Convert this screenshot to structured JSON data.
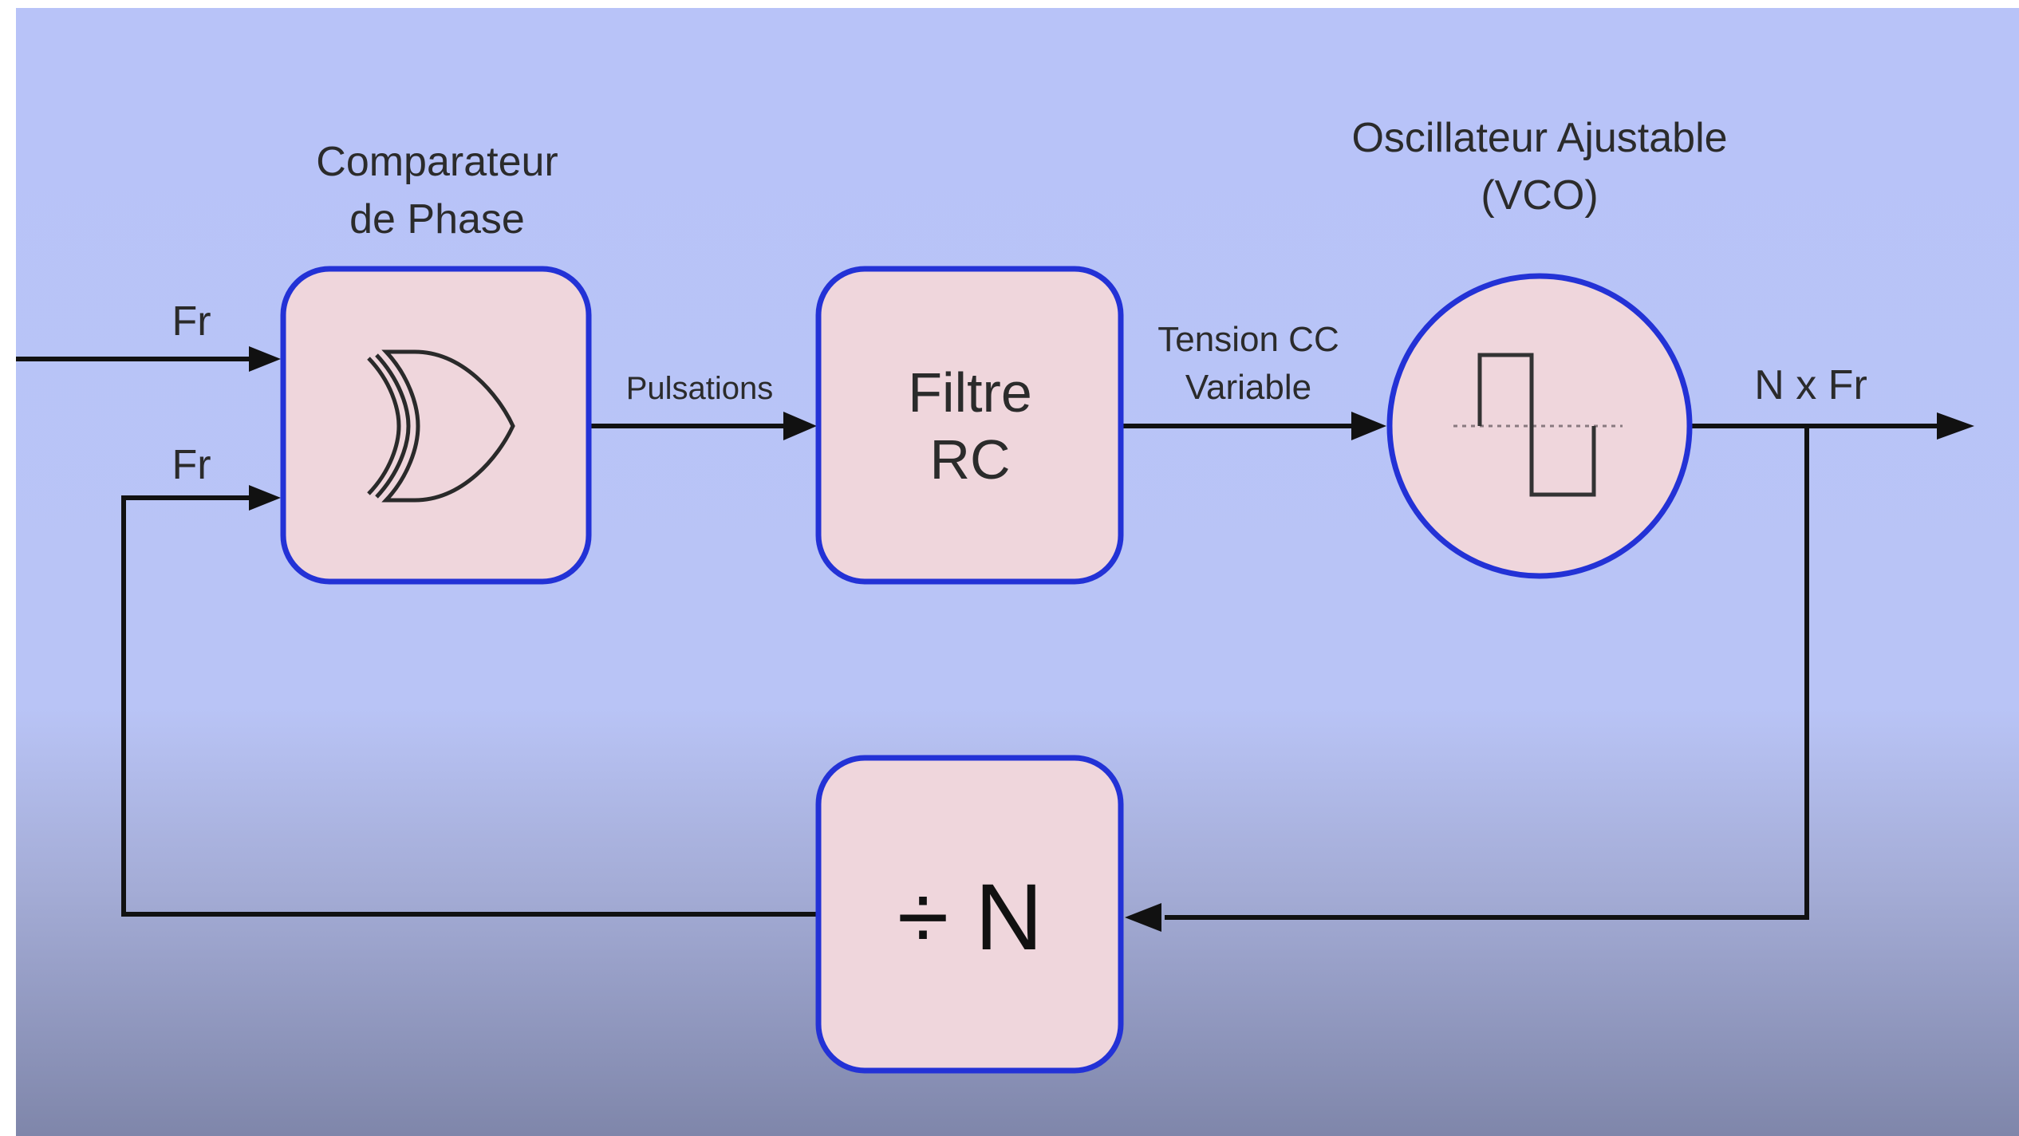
{
  "colors": {
    "background_top": "#b8c3f8",
    "background_bottom": "#7f86aa",
    "block_fill": "#efd6dc",
    "block_border": "#2332d6",
    "wire": "#111111",
    "text": "#2b2b2b"
  },
  "blocks": {
    "phase_comparator": {
      "title_line1": "Comparateur",
      "title_line2": "de Phase",
      "icon": "xor-gate-icon"
    },
    "rc_filter": {
      "line1": "Filtre",
      "line2": "RC"
    },
    "vco": {
      "title_line1": "Oscillateur Ajustable",
      "title_line2": "(VCO)",
      "icon": "square-wave-icon"
    },
    "divider": {
      "label": "÷ N"
    }
  },
  "signals": {
    "input_reference": "Fr",
    "feedback": "Fr",
    "comparator_output": "Pulsations",
    "filter_output_line1": "Tension CC",
    "filter_output_line2": "Variable",
    "vco_output": "N x Fr"
  }
}
